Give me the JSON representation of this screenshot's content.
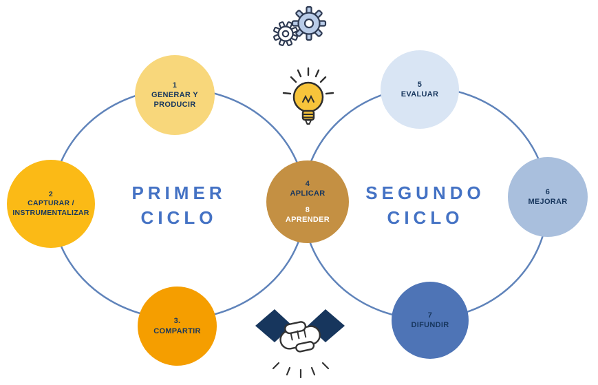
{
  "diagram": {
    "cycles": {
      "first": {
        "line1": "PRIMER",
        "line2": "CICLO"
      },
      "second": {
        "line1": "SEGUNDO",
        "line2": "CICLO"
      }
    },
    "nodes": [
      {
        "number": "1",
        "label": "GENERAR Y PRODUCIR",
        "color": "#F8D77B"
      },
      {
        "number": "2",
        "label": "CAPTURAR / INSTRUMENTALIZAR",
        "color": "#FBBA16"
      },
      {
        "number": "3.",
        "label": "COMPARTIR",
        "color": "#F59E00"
      },
      {
        "number": "5",
        "label": "EVALUAR",
        "color": "#D9E5F4"
      },
      {
        "number": "6",
        "label": "MEJORAR",
        "color": "#A9BFDD"
      },
      {
        "number": "7",
        "label": "DIFUNDIR",
        "color": "#4E74B6"
      }
    ],
    "center_node": {
      "top_number": "4",
      "top_label": "APLICAR",
      "bottom_number": "8",
      "bottom_label": "APRENDER",
      "color": "#C49043"
    },
    "icons": {
      "top": "gears-icon",
      "middle": "lightbulb-icon",
      "bottom": "handshake-icon"
    },
    "colors": {
      "ring_stroke": "#5F83BA",
      "cycle_label": "#4472C4",
      "node_text": "#17365D",
      "center_bottom_text": "#FFFFFF",
      "icon_outline": "#2E2E2E",
      "handshake_sleeve": "#17365D",
      "gear_fill": "#B9CCE8",
      "bulb_fill": "#F7C43B"
    }
  }
}
